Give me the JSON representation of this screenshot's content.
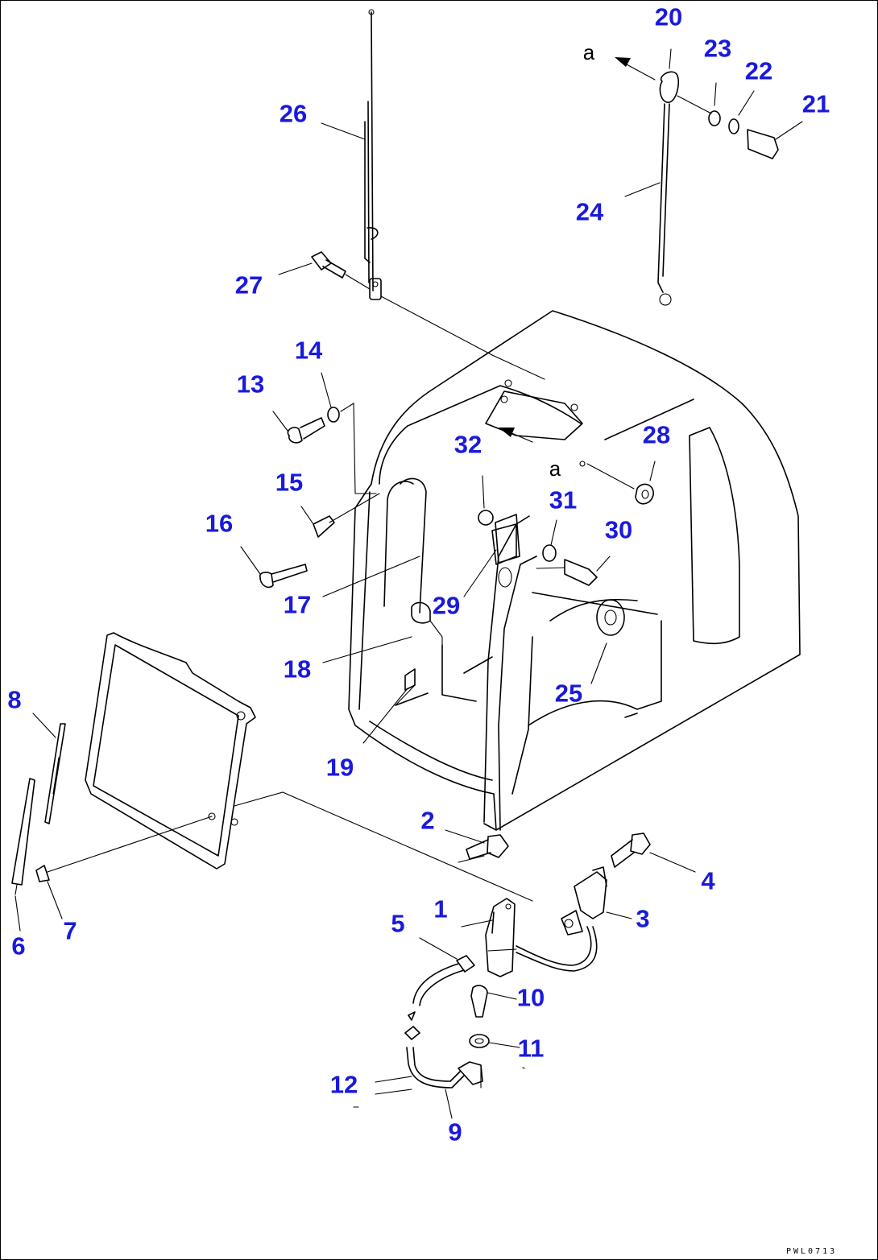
{
  "diagram": {
    "callout_color": "#1a1adc",
    "line_color": "#000000",
    "view_marker": "a",
    "drawing_code": "PWL0713",
    "parts": [
      "1",
      "2",
      "3",
      "4",
      "5",
      "6",
      "7",
      "8",
      "9",
      "10",
      "11",
      "12",
      "13",
      "14",
      "15",
      "16",
      "17",
      "18",
      "19",
      "20",
      "21",
      "22",
      "23",
      "24",
      "25",
      "26",
      "27",
      "28",
      "29",
      "30",
      "31",
      "32"
    ]
  }
}
